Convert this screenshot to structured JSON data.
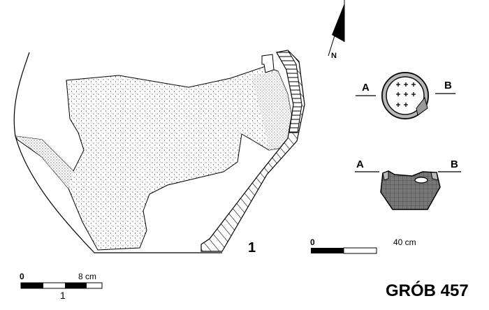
{
  "north_label": "N",
  "item_number": "1",
  "section_labels": {
    "plan_a": "A",
    "plan_b": "B",
    "section_a": "A",
    "section_b": "B"
  },
  "scale_large": {
    "start": "0",
    "end": "40 cm"
  },
  "scale_small": {
    "start": "0",
    "end": "8 cm",
    "item": "1"
  },
  "title": "GRÓB 457"
}
